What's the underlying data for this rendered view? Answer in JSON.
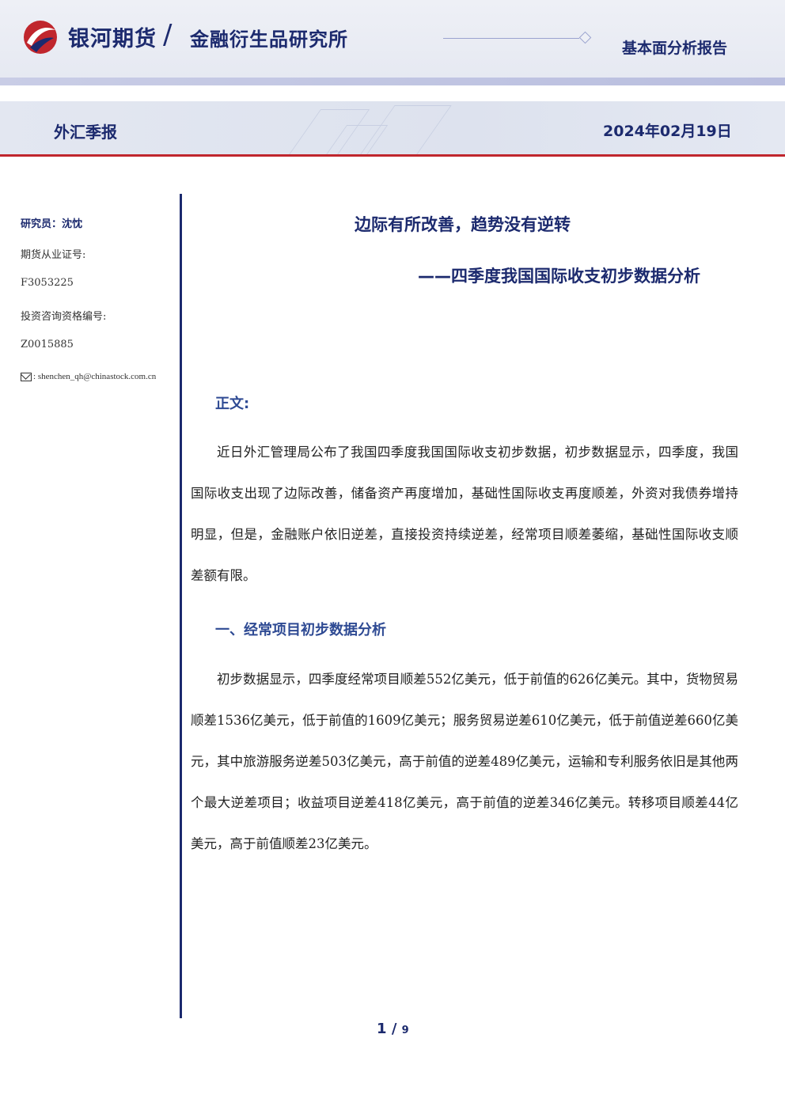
{
  "header": {
    "brand": "银河期货",
    "separator": "/",
    "institute": "金融衍生品研究所",
    "report_type": "基本面分析报告"
  },
  "subheader": {
    "category": "外汇季报",
    "date": "2024年02月19日"
  },
  "sidebar": {
    "researcher": "研究员：沈忱",
    "futures_cert_label": "期货从业证号:",
    "futures_cert": "F3053225",
    "advisory_cert_label": "投资咨询资格编号:",
    "advisory_cert": "Z0015885",
    "email_prefix": ":",
    "email": "shenchen_qh@chinastock.com.cn"
  },
  "main": {
    "title": "边际有所改善，趋势没有逆转",
    "subtitle": "——四季度我国国际收支初步数据分析",
    "body_heading": "正文:",
    "intro": "近日外汇管理局公布了我国四季度我国国际收支初步数据，初步数据显示，四季度，我国国际收支出现了边际改善，储备资产再度增加，基础性国际收支再度顺差，外资对我债券增持明显，但是，金融账户依旧逆差，直接投资持续逆差，经常项目顺差萎缩，基础性国际收支顺差额有限。",
    "section1_heading": "一、经常项目初步数据分析",
    "section1_body": "初步数据显示，四季度经常项目顺差552亿美元，低于前值的626亿美元。其中，货物贸易顺差1536亿美元，低于前值的1609亿美元；服务贸易逆差610亿美元，低于前值逆差660亿美元，其中旅游服务逆差503亿美元，高于前值的逆差489亿美元，运输和专利服务依旧是其他两个最大逆差项目；收益项目逆差418亿美元，高于前值的逆差346亿美元。转移项目顺差44亿美元，高于前值顺差23亿美元。"
  },
  "footer": {
    "page_current": "1",
    "page_sep": "/",
    "page_total": "9"
  },
  "colors": {
    "brand_navy": "#1c2a6e",
    "brand_red": "#c0262d",
    "section_blue": "#2e4a93"
  }
}
